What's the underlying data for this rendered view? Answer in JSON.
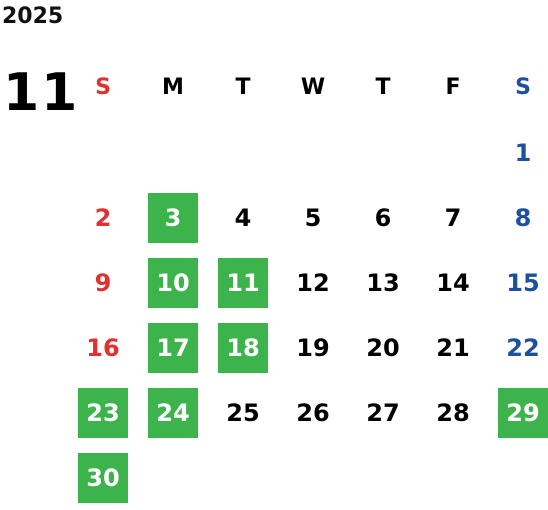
{
  "calendar": {
    "year": "2025",
    "month": "11",
    "weekdays": [
      "S",
      "M",
      "T",
      "W",
      "T",
      "F",
      "S"
    ],
    "colors": {
      "sunday": "#e03030",
      "saturday": "#1e50a0",
      "weekday": "#000000",
      "highlight_bg": "#3cb44b",
      "highlight_text": "#ffffff"
    },
    "weeks": [
      [
        {
          "day": "",
          "hl": false
        },
        {
          "day": "",
          "hl": false
        },
        {
          "day": "",
          "hl": false
        },
        {
          "day": "",
          "hl": false
        },
        {
          "day": "",
          "hl": false
        },
        {
          "day": "",
          "hl": false
        },
        {
          "day": "1",
          "hl": false
        }
      ],
      [
        {
          "day": "2",
          "hl": false
        },
        {
          "day": "3",
          "hl": true
        },
        {
          "day": "4",
          "hl": false
        },
        {
          "day": "5",
          "hl": false
        },
        {
          "day": "6",
          "hl": false
        },
        {
          "day": "7",
          "hl": false
        },
        {
          "day": "8",
          "hl": false
        }
      ],
      [
        {
          "day": "9",
          "hl": false
        },
        {
          "day": "10",
          "hl": true
        },
        {
          "day": "11",
          "hl": true
        },
        {
          "day": "12",
          "hl": false
        },
        {
          "day": "13",
          "hl": false
        },
        {
          "day": "14",
          "hl": false
        },
        {
          "day": "15",
          "hl": false
        }
      ],
      [
        {
          "day": "16",
          "hl": false
        },
        {
          "day": "17",
          "hl": true
        },
        {
          "day": "18",
          "hl": true
        },
        {
          "day": "19",
          "hl": false
        },
        {
          "day": "20",
          "hl": false
        },
        {
          "day": "21",
          "hl": false
        },
        {
          "day": "22",
          "hl": false
        }
      ],
      [
        {
          "day": "23",
          "hl": true
        },
        {
          "day": "24",
          "hl": true
        },
        {
          "day": "25",
          "hl": false
        },
        {
          "day": "26",
          "hl": false
        },
        {
          "day": "27",
          "hl": false
        },
        {
          "day": "28",
          "hl": false
        },
        {
          "day": "29",
          "hl": true
        }
      ],
      [
        {
          "day": "30",
          "hl": true
        },
        {
          "day": "",
          "hl": false
        },
        {
          "day": "",
          "hl": false
        },
        {
          "day": "",
          "hl": false
        },
        {
          "day": "",
          "hl": false
        },
        {
          "day": "",
          "hl": false
        },
        {
          "day": "",
          "hl": false
        }
      ]
    ]
  }
}
